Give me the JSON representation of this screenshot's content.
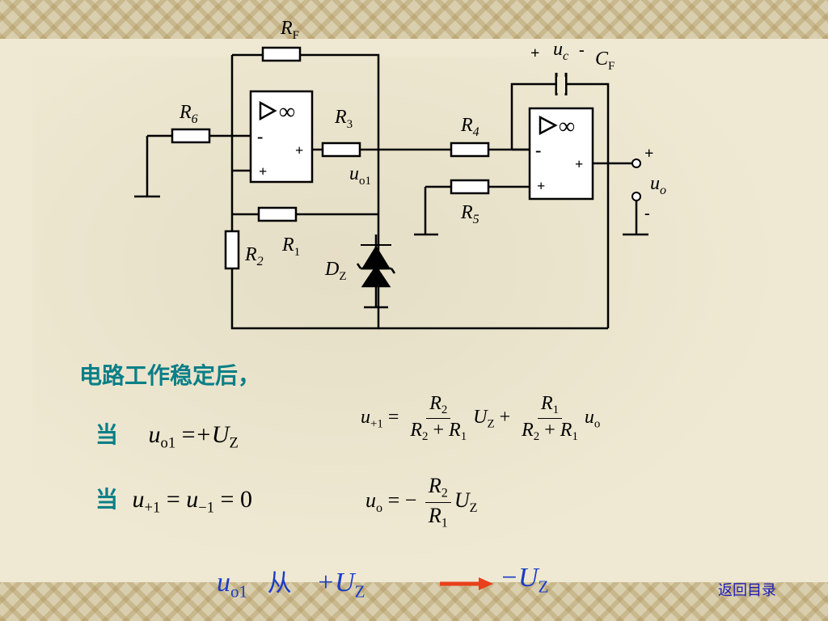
{
  "circuit": {
    "labels": {
      "rf": "R",
      "rf_sub": "F",
      "r6": "R",
      "r6_sub": "6",
      "r3": "R",
      "r3_sub": "3",
      "r4": "R",
      "r4_sub": "4",
      "r5": "R",
      "r5_sub": "5",
      "r1": "R",
      "r1_sub": "1",
      "r2": "R",
      "r2_sub": "2",
      "dz": "D",
      "dz_sub": "Z",
      "cf": "C",
      "cf_sub": "F",
      "uc": "u",
      "uc_sub": "c",
      "uo1": "u",
      "uo1_sub": "o1",
      "uo": "u",
      "uo_sub": "o",
      "plus": "+",
      "minus": "-",
      "inf": "∞"
    }
  },
  "text": {
    "heading": "电路工作稳定后，",
    "dang": "当",
    "u": "u",
    "U": "U",
    "o1": "o1",
    "o": "o",
    "Z": "Z",
    "p1": "+1",
    "m1": "−1",
    "eq": "=",
    "plus": "+",
    "minus": "−",
    "plusU": "+U",
    "minusU": "−U",
    "zero": "0",
    "R": "R",
    "s1": "1",
    "s2": "2",
    "from": "从",
    "back_link": "返回目录"
  },
  "colors": {
    "accent_text": "#0a7f86",
    "arrow": "#e8401c",
    "link": "#1a1ab8"
  }
}
